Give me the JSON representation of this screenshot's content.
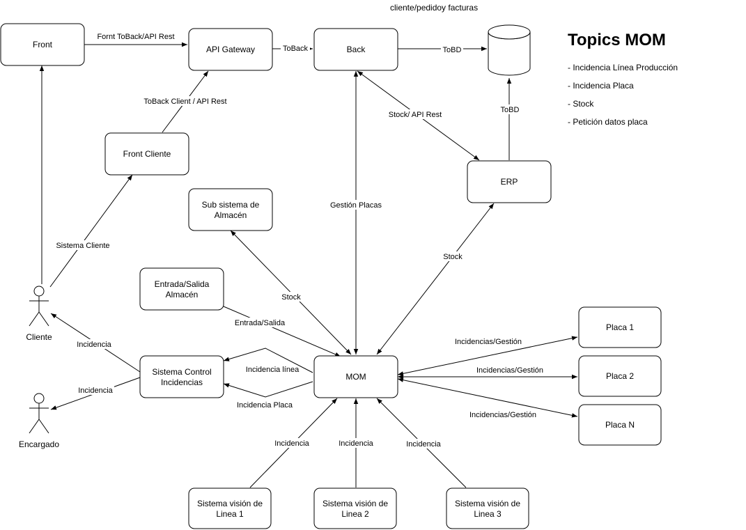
{
  "header_note": "cliente/pedidoy facturas",
  "topics": {
    "title": "Topics MOM",
    "items": [
      "- Incidencia Línea Producción",
      "- Incidencia Placa",
      "- Stock",
      "- Petición datos placa"
    ]
  },
  "nodes": {
    "front": "Front",
    "api_gateway": "API Gateway",
    "back": "Back",
    "front_cliente": "Front Cliente",
    "erp": "ERP",
    "sub_almacen": [
      "Sub sistema de",
      "Almacén"
    ],
    "entrada_salida": [
      "Entrada/Salida",
      "Almacén"
    ],
    "sistema_control": [
      "Sistema Control",
      "Incidencias"
    ],
    "mom": "MOM",
    "placa1": "Placa 1",
    "placa2": "Placa 2",
    "placaN": "Placa N",
    "vision1": [
      "Sistema visión de",
      "Linea 1"
    ],
    "vision2": [
      "Sistema visión de",
      "Linea 2"
    ],
    "vision3": [
      "Sistema visión de",
      "Linea 3"
    ]
  },
  "actors": {
    "cliente": "Cliente",
    "encargado": "Encargado"
  },
  "edges": {
    "front_api": "Fornt ToBack/API Rest",
    "api_back": "ToBack",
    "back_db": "ToBD",
    "erp_db": "ToBD",
    "frontcliente_api": "ToBack Client / API Rest",
    "back_erp": "Stock/ API Rest",
    "back_mom": "Gestión Placas",
    "cliente_frontcliente": "Sistema Cliente",
    "erp_mom": "Stock",
    "almacen_mom": "Stock",
    "entrada_mom": "Entrada/Salida",
    "control_cliente": "Incidencia",
    "control_encargado": "Incidencia",
    "mom_control_linea": "Incidencia línea",
    "mom_control_placa": "Incidencia Placa",
    "mom_placa1": "Incidencias/Gestión",
    "mom_placa2": "Incidencias/Gestión",
    "mom_placaN": "Incidencias/Gestión",
    "vision1_mom": "Incidencia",
    "vision2_mom": "Incidencia",
    "vision3_mom": "Incidencia"
  }
}
